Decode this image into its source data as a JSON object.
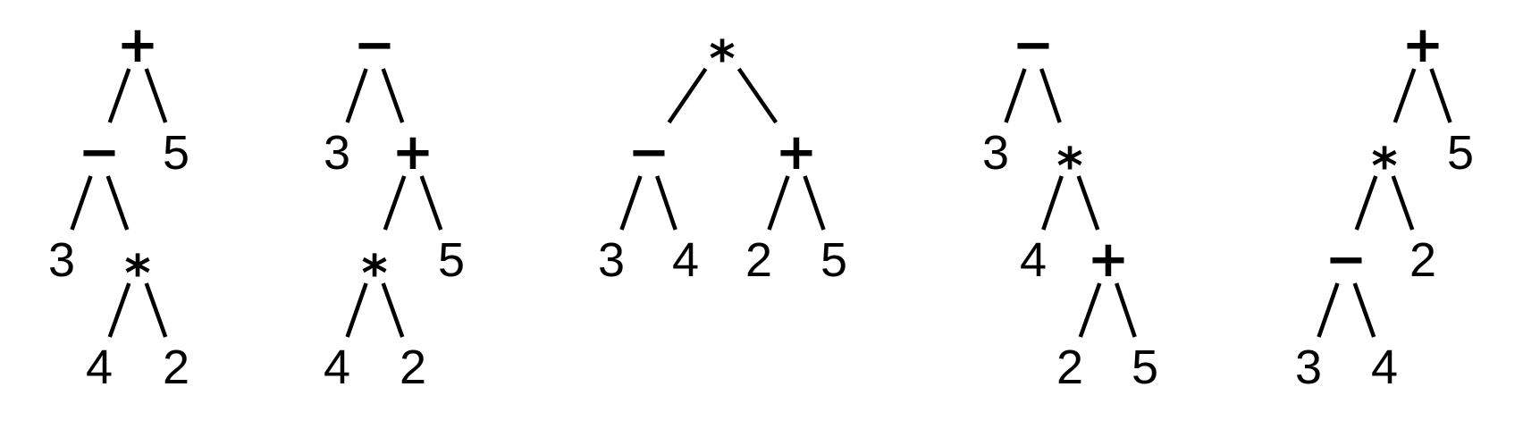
{
  "diagram": {
    "style": {
      "ink_color": "#000000",
      "background_color": "#ffffff"
    },
    "trees": [
      {
        "nodes": [
          {
            "id": "n0",
            "label": "+"
          },
          {
            "id": "n1",
            "label": "−",
            "parent": "n0"
          },
          {
            "id": "n2",
            "label": "5",
            "parent": "n0"
          },
          {
            "id": "n3",
            "label": "3",
            "parent": "n1"
          },
          {
            "id": "n4",
            "label": "*",
            "parent": "n1"
          },
          {
            "id": "n5",
            "label": "4",
            "parent": "n4"
          },
          {
            "id": "n6",
            "label": "2",
            "parent": "n4"
          }
        ]
      },
      {
        "nodes": [
          {
            "id": "n0",
            "label": "−"
          },
          {
            "id": "n1",
            "label": "3",
            "parent": "n0"
          },
          {
            "id": "n2",
            "label": "+",
            "parent": "n0"
          },
          {
            "id": "n3",
            "label": "*",
            "parent": "n2"
          },
          {
            "id": "n4",
            "label": "5",
            "parent": "n2"
          },
          {
            "id": "n5",
            "label": "4",
            "parent": "n3"
          },
          {
            "id": "n6",
            "label": "2",
            "parent": "n3"
          }
        ]
      },
      {
        "nodes": [
          {
            "id": "n0",
            "label": "*"
          },
          {
            "id": "n1",
            "label": "−",
            "parent": "n0"
          },
          {
            "id": "n2",
            "label": "+",
            "parent": "n0"
          },
          {
            "id": "n3",
            "label": "3",
            "parent": "n1"
          },
          {
            "id": "n4",
            "label": "4",
            "parent": "n1"
          },
          {
            "id": "n5",
            "label": "2",
            "parent": "n2"
          },
          {
            "id": "n6",
            "label": "5",
            "parent": "n2"
          }
        ]
      },
      {
        "nodes": [
          {
            "id": "n0",
            "label": "−"
          },
          {
            "id": "n1",
            "label": "3",
            "parent": "n0"
          },
          {
            "id": "n2",
            "label": "*",
            "parent": "n0"
          },
          {
            "id": "n3",
            "label": "4",
            "parent": "n2"
          },
          {
            "id": "n4",
            "label": "+",
            "parent": "n2"
          },
          {
            "id": "n5",
            "label": "2",
            "parent": "n4"
          },
          {
            "id": "n6",
            "label": "5",
            "parent": "n4"
          }
        ]
      },
      {
        "nodes": [
          {
            "id": "n0",
            "label": "+"
          },
          {
            "id": "n1",
            "label": "*",
            "parent": "n0"
          },
          {
            "id": "n2",
            "label": "5",
            "parent": "n0"
          },
          {
            "id": "n3",
            "label": "−",
            "parent": "n1"
          },
          {
            "id": "n4",
            "label": "2",
            "parent": "n1"
          },
          {
            "id": "n5",
            "label": "3",
            "parent": "n3"
          },
          {
            "id": "n6",
            "label": "4",
            "parent": "n3"
          }
        ]
      }
    ]
  }
}
